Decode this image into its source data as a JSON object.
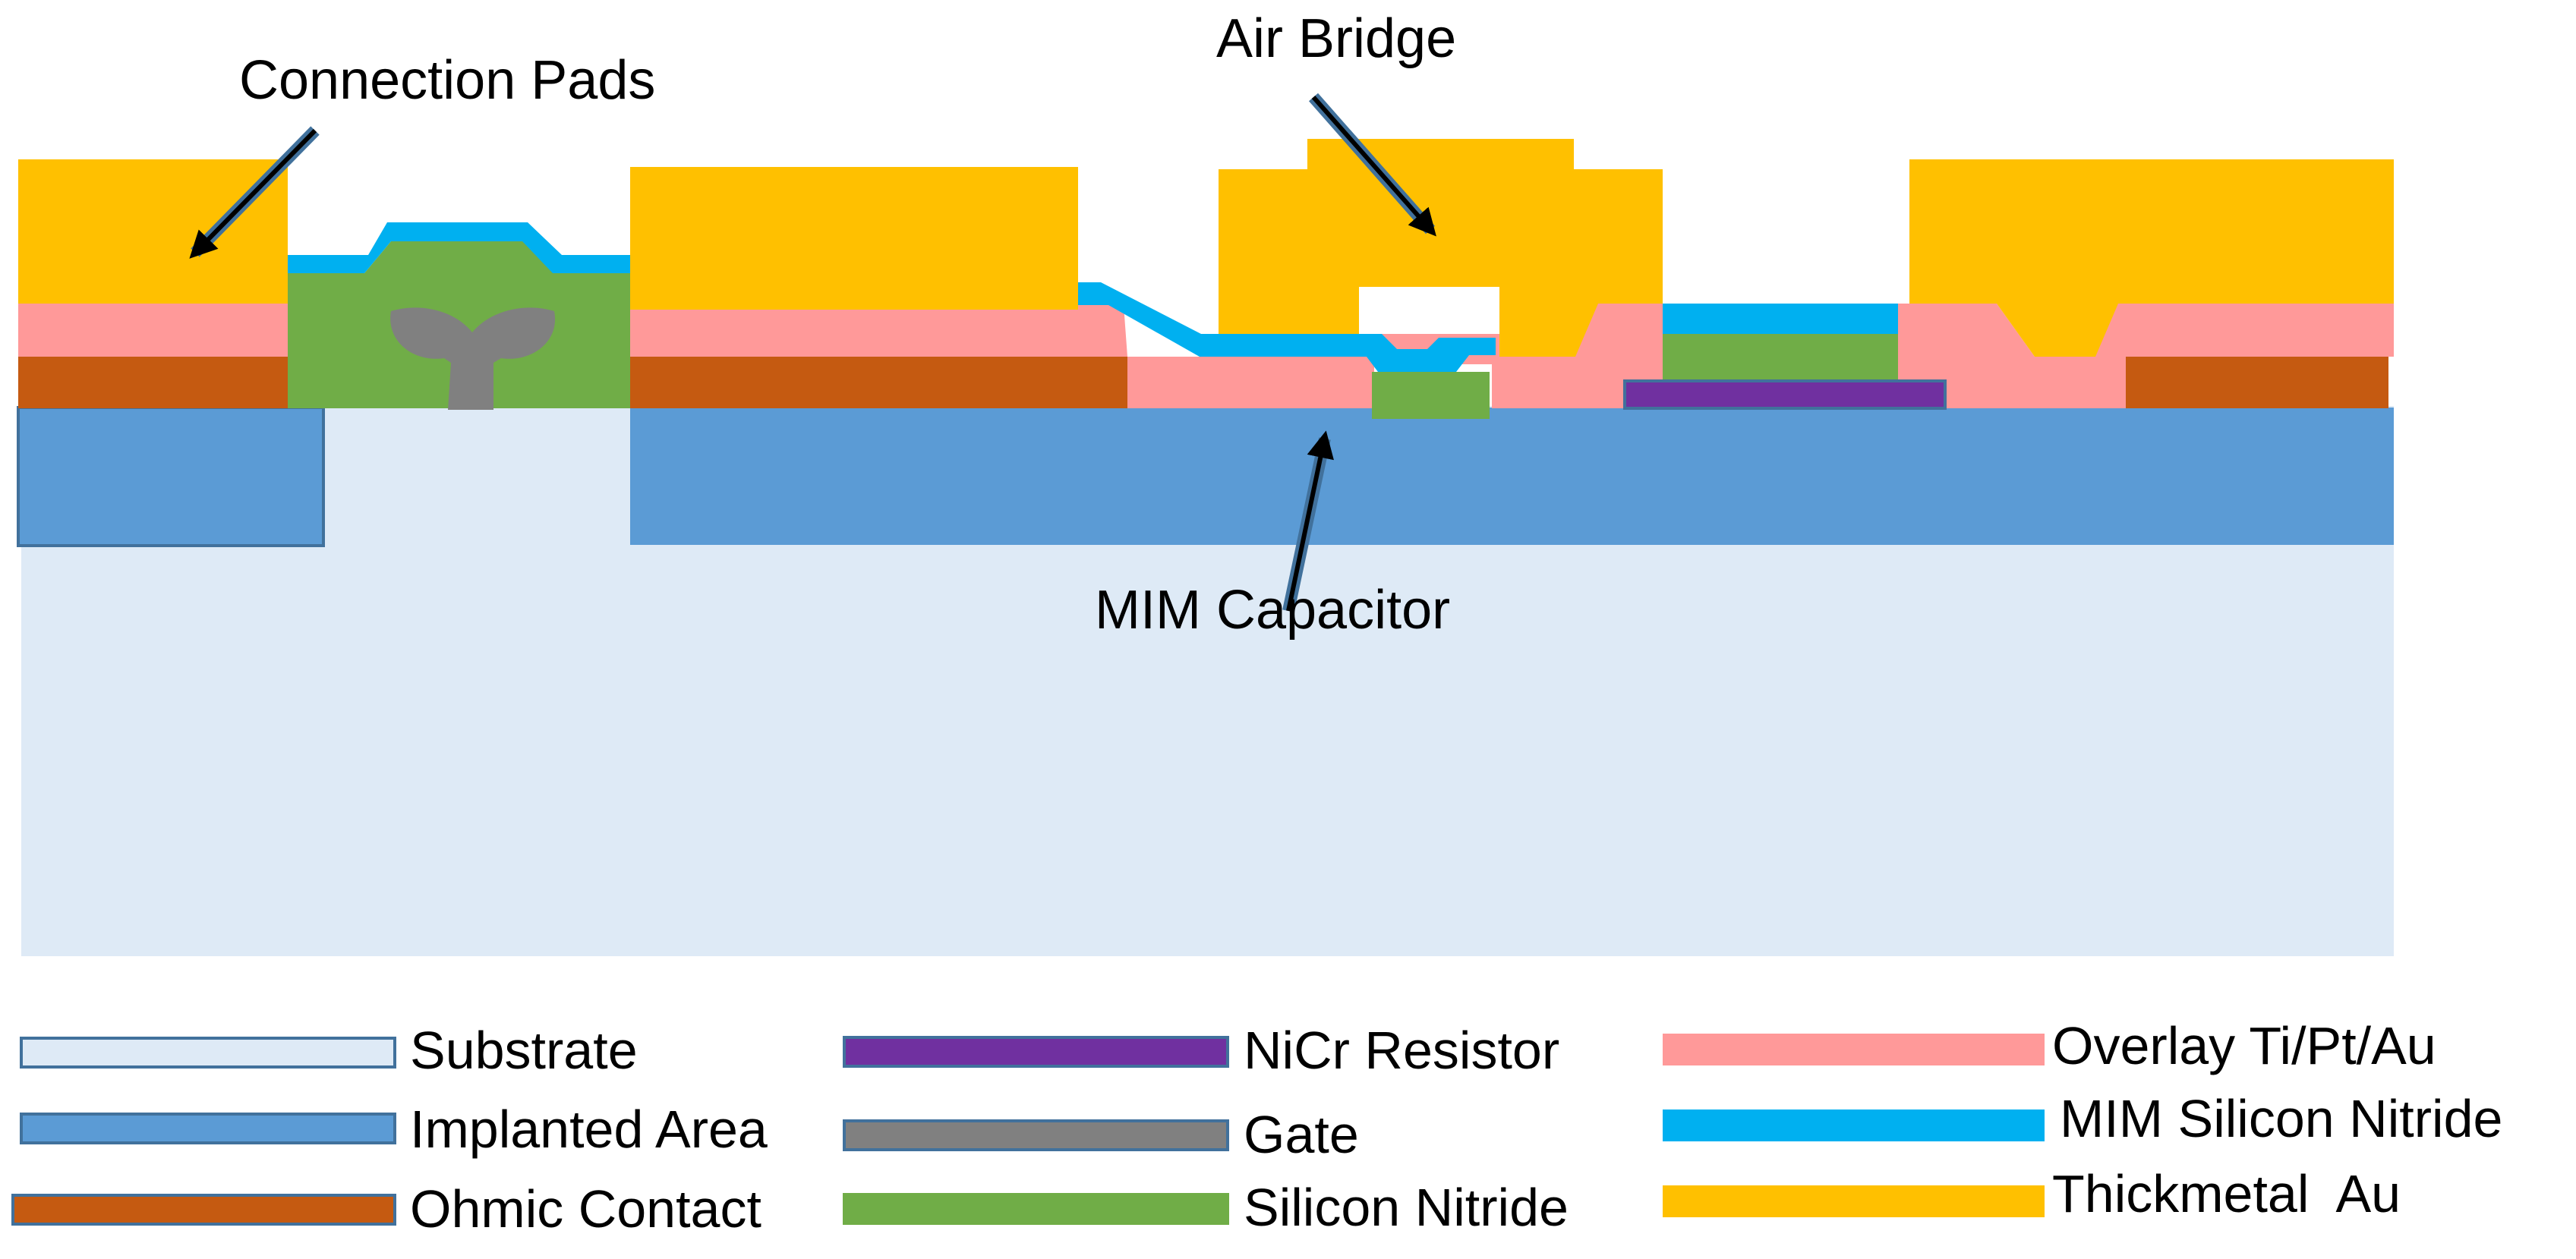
{
  "callouts": {
    "connection_pads": "Connection Pads",
    "air_bridge": "Air Bridge",
    "mim_capacitor": "MIM Capacitor"
  },
  "legend": [
    {
      "key": "substrate",
      "label": "Substrate",
      "color": "#DEEAF6",
      "border": "#41719C"
    },
    {
      "key": "implanted-area",
      "label": "Implanted Area",
      "color": "#5B9BD5",
      "border": "#41719C"
    },
    {
      "key": "ohmic-contact",
      "label": "Ohmic Contact",
      "color": "#C55A11",
      "border": "#41719C"
    },
    {
      "key": "nicr-resistor",
      "label": "NiCr Resistor",
      "color": "#7030A0",
      "border": "#41719C"
    },
    {
      "key": "gate",
      "label": "Gate",
      "color": "#808080",
      "border": "#41719C"
    },
    {
      "key": "silicon-nitride",
      "label": "Silicon Nitride",
      "color": "#70AD47",
      "border": "none"
    },
    {
      "key": "overlay",
      "label": "Overlay Ti/Pt/Au",
      "color": "#FF9999",
      "border": "none"
    },
    {
      "key": "mim-nitride",
      "label": "MIM Silicon Nitride",
      "color": "#00B0F0",
      "border": "none"
    },
    {
      "key": "thickmetal",
      "label": "Thickmetal  Au",
      "color": "#FFC000",
      "border": "none"
    }
  ]
}
